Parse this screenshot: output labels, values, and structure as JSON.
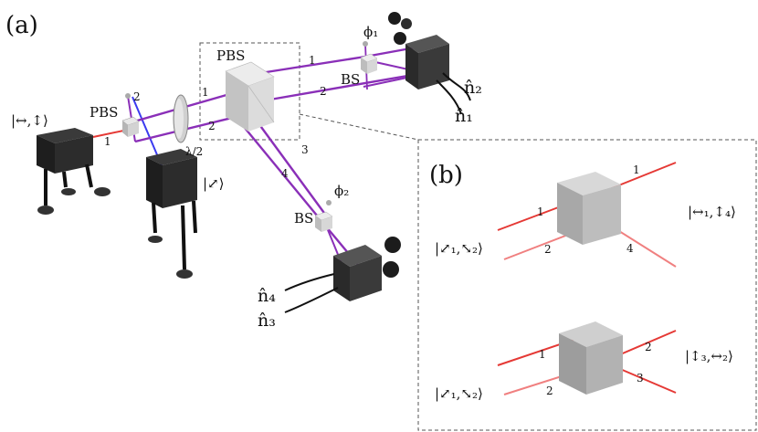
{
  "panel_a": {
    "label": "(a)",
    "pbs_main": "PBS",
    "pbs_small": "PBS",
    "bs_top": "BS",
    "bs_bottom": "BS",
    "phi1": "ϕ₁",
    "phi2": "ϕ₂",
    "waveplate": "λ/2",
    "port_1": "1",
    "port_2": "2",
    "port_3": "3",
    "port_4": "4",
    "n1": "n̂₁",
    "n2": "n̂₂",
    "n3": "n̂₃",
    "n4": "n̂₄",
    "laser1_state": "|↔,↕⟩",
    "laser2_state": "|⤢⟩",
    "small_pbs_port1": "1",
    "small_pbs_port2": "2"
  },
  "panel_b": {
    "label": "(b)",
    "top": {
      "input_state": "|⤢₁,⤡₂⟩",
      "output_state": "|↔₁,↕₄⟩",
      "in1": "1",
      "in2": "2",
      "out1": "1",
      "out4": "4"
    },
    "bottom": {
      "input_state": "|⤢₁,⤡₂⟩",
      "output_state": "|↕₃,↔₂⟩",
      "in1": "1",
      "in2": "2",
      "out2": "2",
      "out3": "3"
    }
  },
  "colors": {
    "purple": "#8a2fb8",
    "red": "#e53935",
    "pink": "#f08080",
    "blue": "#3b3bf0",
    "dark": "#2b2b2b",
    "cube_light": "#e8e8e8",
    "cube_mid": "#c9c9c9",
    "cube_dark": "#9a9a9a"
  }
}
